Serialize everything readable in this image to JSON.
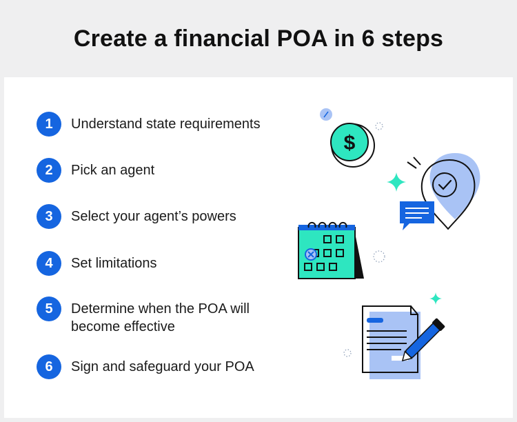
{
  "title": "Create a financial POA in 6 steps",
  "steps": [
    {
      "number": "1",
      "label": "Understand state requirements"
    },
    {
      "number": "2",
      "label": "Pick an agent"
    },
    {
      "number": "3",
      "label": "Select your agent’s powers"
    },
    {
      "number": "4",
      "label": "Set limitations"
    },
    {
      "number": "5",
      "label": "Determine when the POA will become effective"
    },
    {
      "number": "6",
      "label": "Sign and safeguard your POA"
    }
  ],
  "colors": {
    "accent_blue": "#1565e0",
    "light_blue": "#a9c3f5",
    "teal": "#2ee6c0",
    "background": "#efeff0"
  },
  "illustration": {
    "coin_symbol": "$",
    "icons": [
      "dollar-coin-icon",
      "location-check-icon",
      "chat-bubble-icon",
      "calendar-icon",
      "document-pen-icon"
    ]
  }
}
